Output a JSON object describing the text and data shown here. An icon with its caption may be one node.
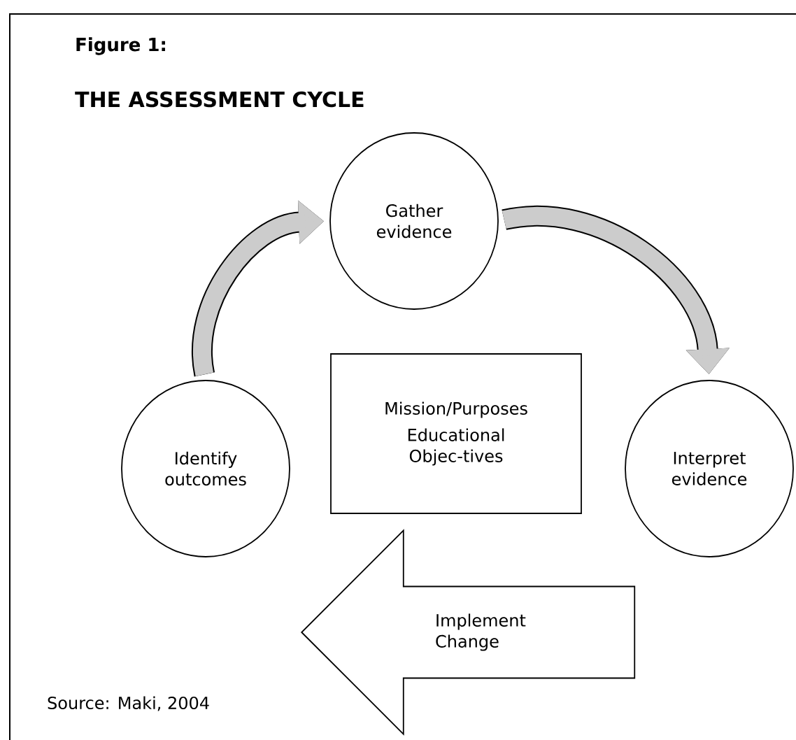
{
  "diagram": {
    "title": "THE ASSESSMENT CYCLE",
    "nodes": [
      {
        "text": [
          "Gather evidence"
        ]
      },
      {
        "text": [
          "Identify outcomes"
        ]
      },
      {
        "text": [
          "Mission/Purposes",
          "Educational Objec-tives"
        ]
      },
      {
        "text": [
          "Interpret evidence"
        ]
      },
      {
        "text": [
          "Implement Change"
        ]
      }
    ],
    "edges": [
      {
        "from": 1,
        "to": 0,
        "arrow": "to"
      },
      {
        "from": 0,
        "to": 3,
        "arrow": "to"
      }
    ],
    "labels": [
      "Figure 1:",
      "Source:  Maki, 2004"
    ]
  }
}
